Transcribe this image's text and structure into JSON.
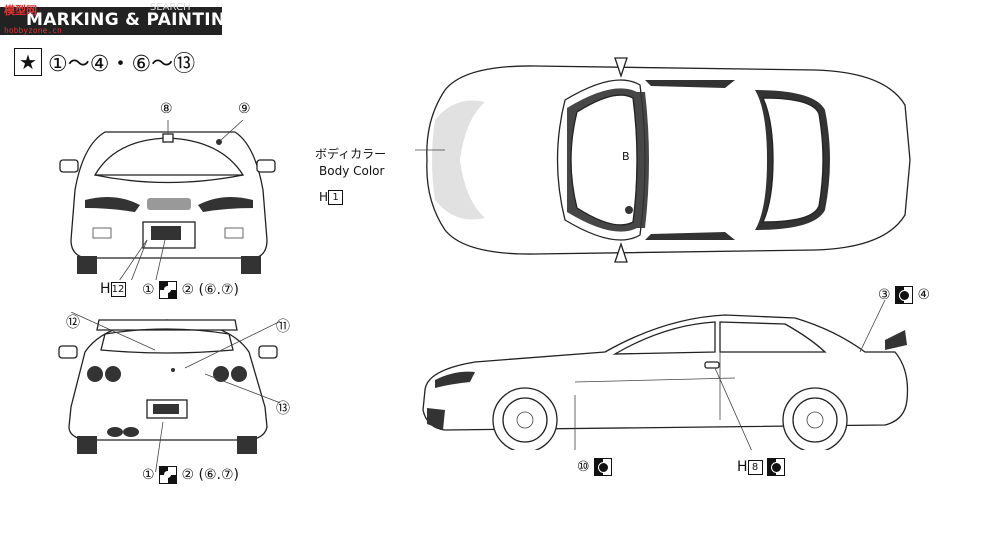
{
  "header": {
    "title": "MARKING & PAINTING",
    "watermark": "模型网",
    "watermark_sub": "hobbyzone.cn",
    "watermark_search": "SEARCH"
  },
  "legend": {
    "star": "★",
    "text": "①〜④・⑥〜⑬"
  },
  "body_color": {
    "jp": "ボディカラー",
    "en": "Body Color",
    "h_prefix": "H",
    "h_code": "1"
  },
  "front_view": {
    "callout_8": "⑧",
    "callout_9": "⑨",
    "h_prefix": "H",
    "h_code": "12",
    "decal_1": "①",
    "decal_2": "②",
    "decal_paren": "(⑥.⑦)"
  },
  "rear_view": {
    "callout_12": "⑫",
    "callout_11": "⑪",
    "callout_13": "⑬",
    "decal_1": "①",
    "decal_2": "②",
    "decal_paren": "(⑥.⑦)"
  },
  "top_view": {
    "b_mark": "B"
  },
  "side_view": {
    "callout_3": "③",
    "callout_4": "④",
    "callout_10": "⑩",
    "h_prefix": "H",
    "h_code": "8"
  }
}
